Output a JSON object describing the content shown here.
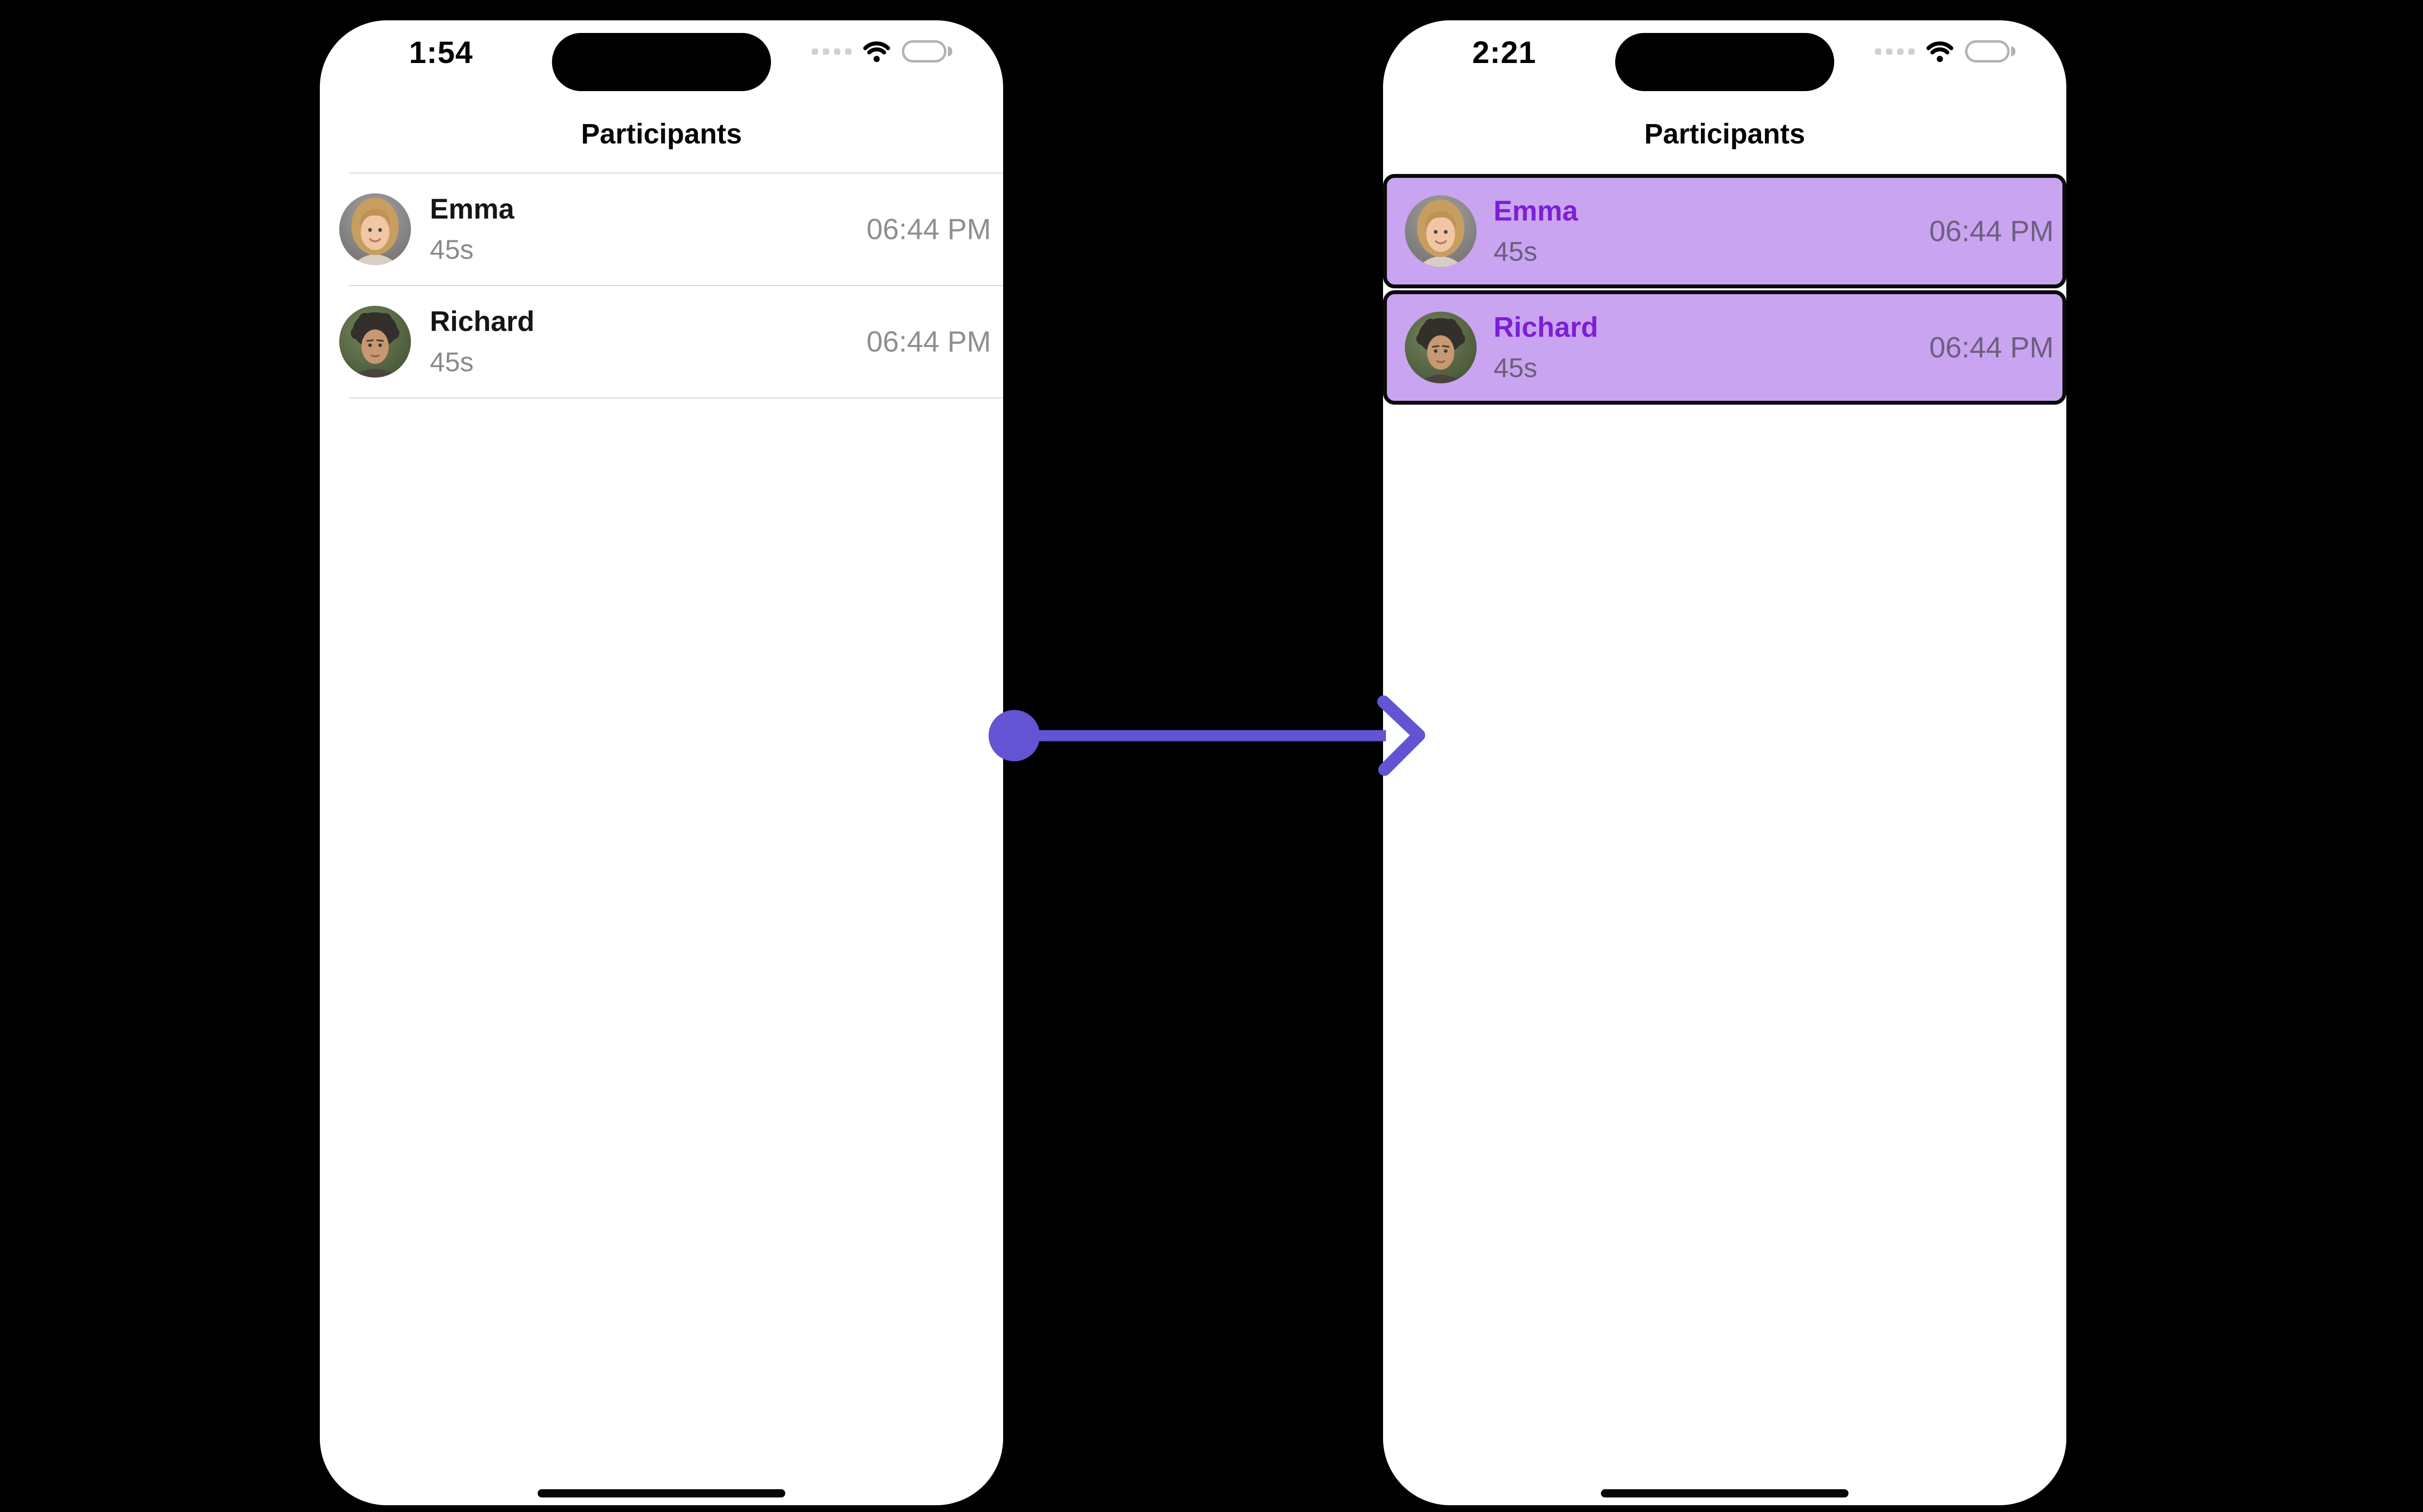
{
  "colors": {
    "highlight_bg": "#c9a4f0",
    "highlight_name": "#7d1ed7",
    "arrow": "#6254d3"
  },
  "status_icons": [
    "cellular-signal-icon",
    "wifi-icon",
    "battery-icon"
  ],
  "screens": {
    "before": {
      "status_time": "1:54",
      "title": "Participants",
      "participants": [
        {
          "name": "Emma",
          "duration": "45s",
          "time": "06:44 PM"
        },
        {
          "name": "Richard",
          "duration": "45s",
          "time": "06:44 PM"
        }
      ]
    },
    "after": {
      "status_time": "2:21",
      "title": "Participants",
      "participants": [
        {
          "name": "Emma",
          "duration": "45s",
          "time": "06:44 PM"
        },
        {
          "name": "Richard",
          "duration": "45s",
          "time": "06:44 PM"
        }
      ]
    }
  }
}
